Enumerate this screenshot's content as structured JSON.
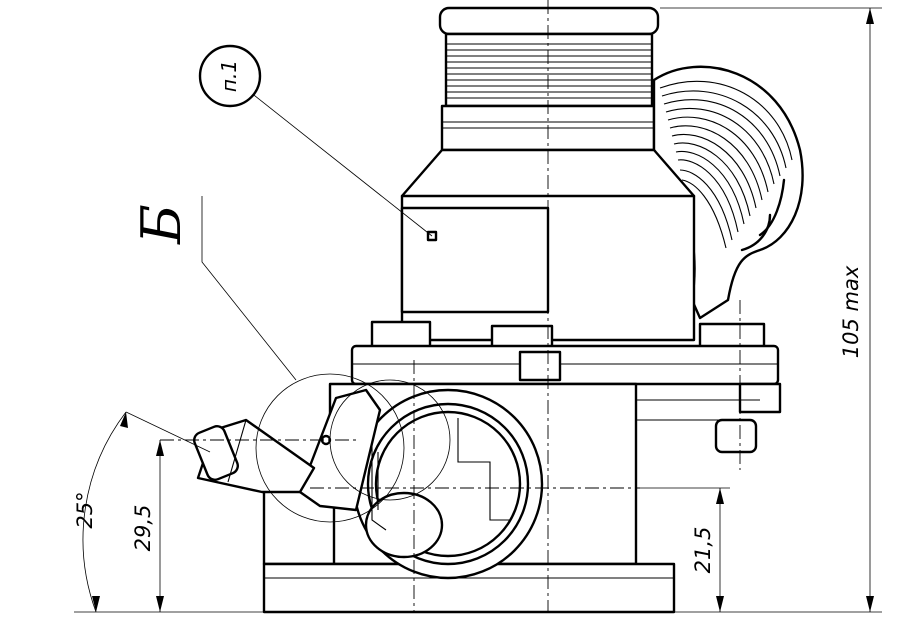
{
  "callout": {
    "text": "п.1"
  },
  "view_label": {
    "text": "Б"
  },
  "dimensions": {
    "height_max": "105 max",
    "angle": "25°",
    "pipe_height": "29,5",
    "outlet_height": "21,5"
  },
  "colors": {
    "ink": "#000000",
    "paper": "#ffffff"
  }
}
